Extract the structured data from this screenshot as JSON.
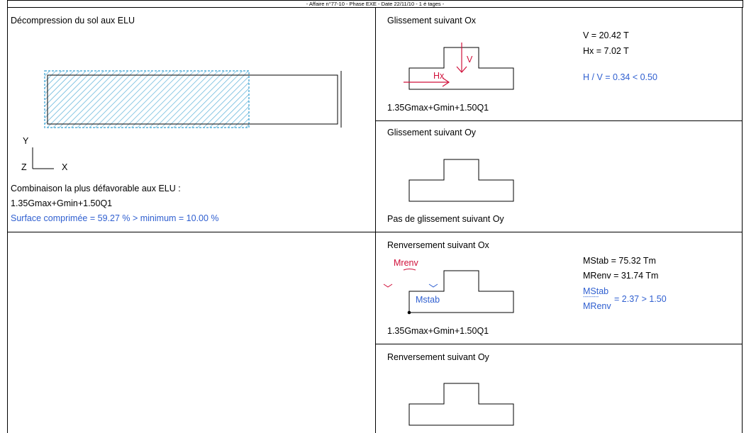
{
  "header": {
    "title": "- Affaire n°77-10 - Phase EXE - Date 22/11/10 - 1 é tages -"
  },
  "decompression": {
    "title": "Décompression du sol aux ELU",
    "axes": {
      "y": "Y",
      "z": "Z",
      "x": "X"
    },
    "combination_label": "Combinaison la plus défavorable aux ELU :",
    "combination": "1.35Gmax+Gmin+1.50Q1",
    "surface_result": "Surface comprimée = 59.27 % > minimum = 10.00 %",
    "compressed_fraction": 0.5927
  },
  "glissement_ox": {
    "title": "Glissement suivant Ox",
    "v_value": "V  = 20.42 T",
    "hx_value": "Hx = 7.02 T",
    "ratio": "H / V = 0.34 < 0.50",
    "label_v": "V",
    "label_hx": "Hx",
    "combination": "1.35Gmax+Gmin+1.50Q1"
  },
  "glissement_oy": {
    "title": "Glissement suivant Oy",
    "result": "Pas de glissement suivant Oy"
  },
  "renversement_ox": {
    "title": "Renversement suivant Ox",
    "mstab_value": "MStab = 75.32 Tm",
    "mrenv_value": "MRenv = 31.74 Tm",
    "fraction_top": "MStab",
    "fraction_line": "---------",
    "fraction_bottom": "MRenv",
    "ratio": "= 2.37 > 1.50",
    "label_mrenv": "Mrenv",
    "label_mstab": "Mstab",
    "combination": "1.35Gmax+Gmin+1.50Q1"
  },
  "renversement_oy": {
    "title": "Renversement suivant Oy"
  },
  "colors": {
    "result_blue": "#2f5fd0",
    "force_red": "#d0103a",
    "hatch_blue": "#5ab0d8"
  }
}
